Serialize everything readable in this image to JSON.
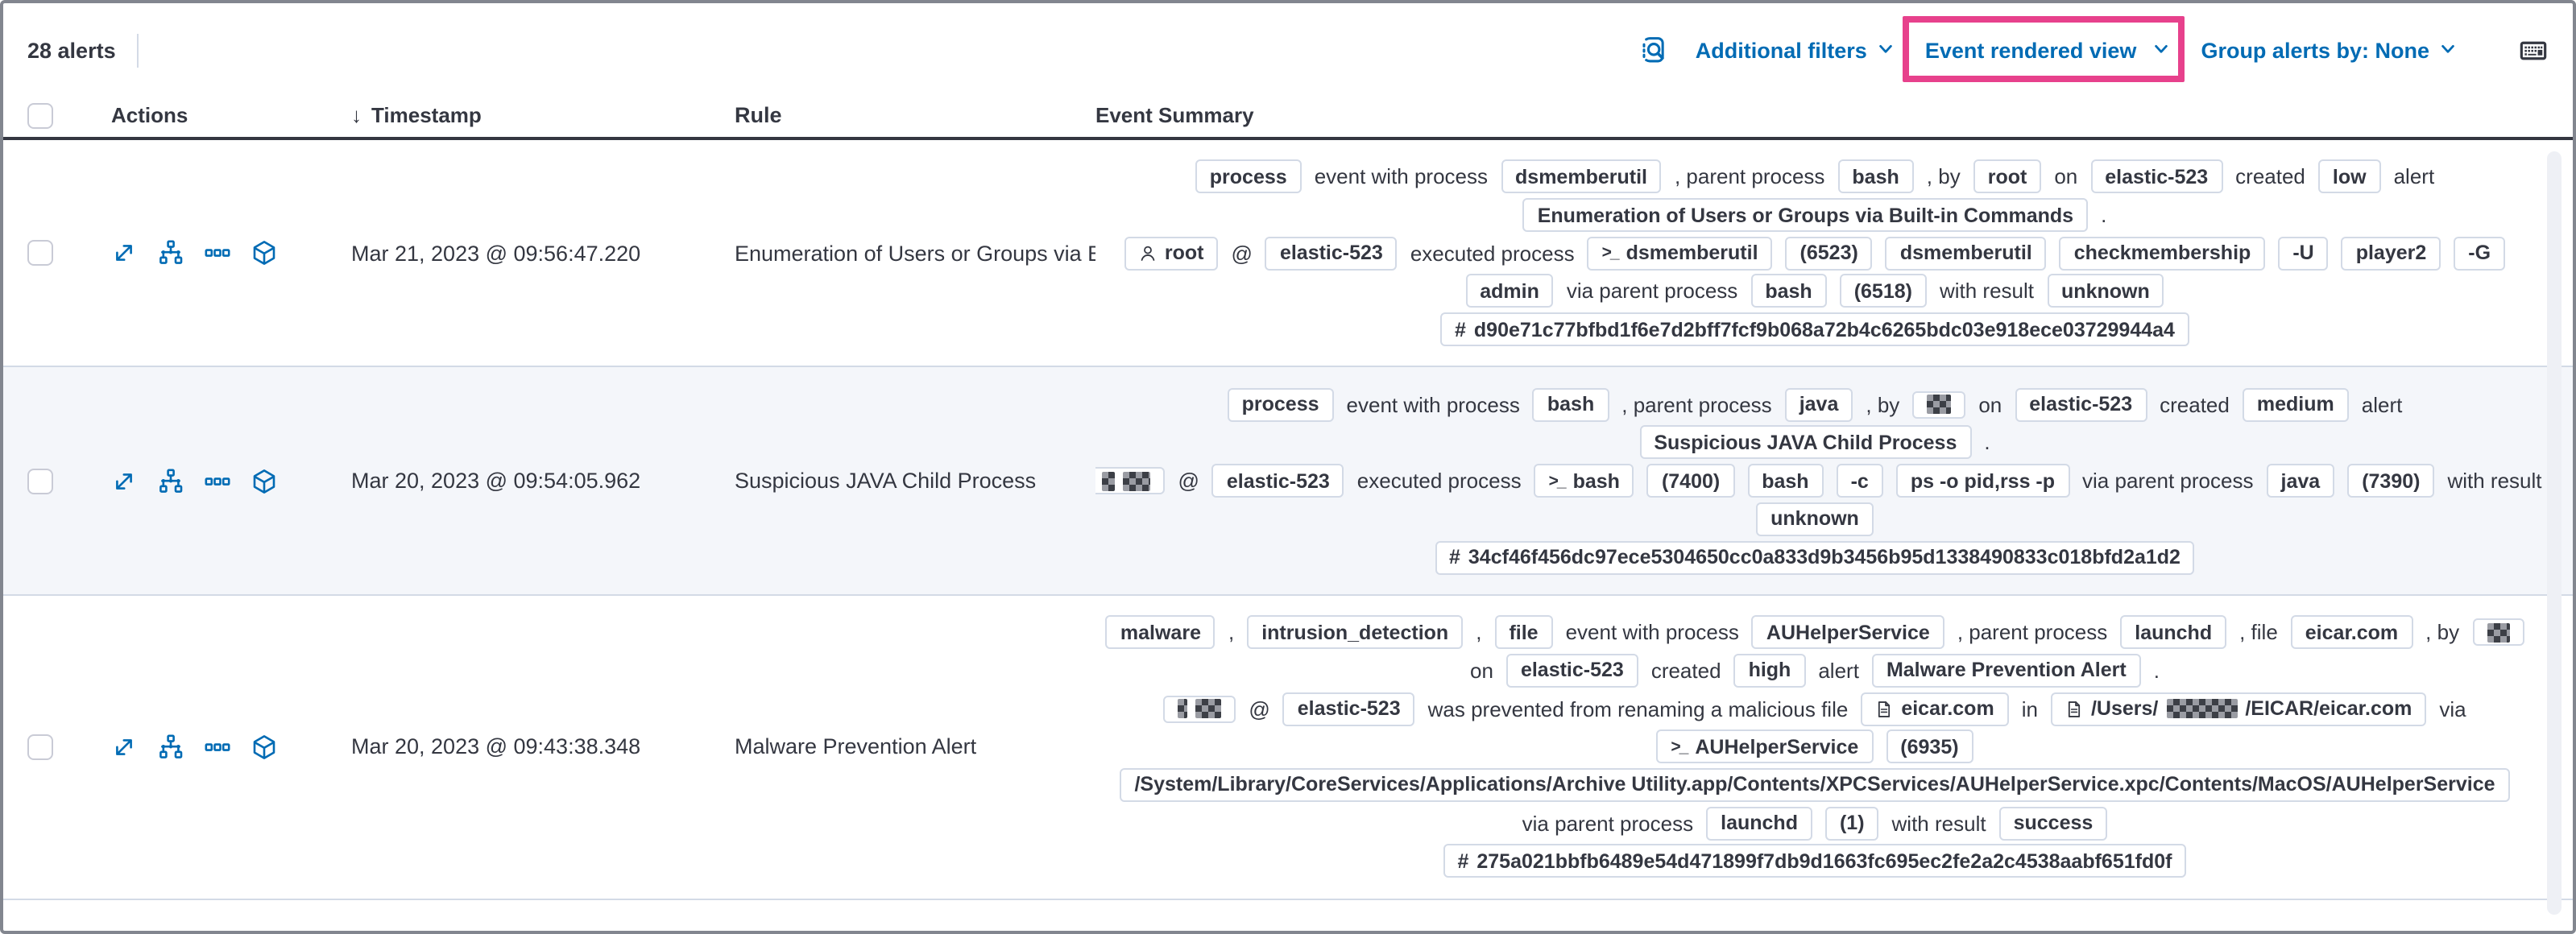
{
  "toolbar": {
    "alerts_count": "28 alerts",
    "inspect_icon": "inspect-icon",
    "additional_filters_label": "Additional filters",
    "view_selector_label": "Event rendered view",
    "group_by_label": "Group alerts by: None",
    "keyboard_icon": "keyboard-shortcuts-icon",
    "highlight_color": "#e7418c",
    "link_color": "#006bb4"
  },
  "table": {
    "headers": {
      "actions": "Actions",
      "timestamp": "Timestamp",
      "rule": "Rule",
      "summary": "Event Summary"
    },
    "sort_icon": "sort-descending-arrow-icon",
    "action_icons": [
      "expand-alert-icon",
      "analyzer-icon",
      "more-actions-icon",
      "session-view-icon"
    ],
    "stripe_color": "#f4f6fa",
    "badge_border_color": "#d3dae6",
    "rows": [
      {
        "timestamp": "Mar 21, 2023 @ 09:56:47.220",
        "rule": "Enumeration of Users or Groups via Bui",
        "striped": false,
        "summary": [
          [
            {
              "type": "badge",
              "label": "process"
            },
            {
              "type": "text",
              "label": "event with process"
            },
            {
              "type": "badge",
              "label": "dsmemberutil"
            },
            {
              "type": "text",
              "label": ", parent process"
            },
            {
              "type": "badge",
              "label": "bash"
            },
            {
              "type": "text",
              "label": ", by"
            },
            {
              "type": "badge",
              "label": "root"
            },
            {
              "type": "text",
              "label": "on"
            },
            {
              "type": "badge",
              "label": "elastic-523"
            },
            {
              "type": "text",
              "label": "created"
            },
            {
              "type": "badge",
              "label": "low"
            },
            {
              "type": "text",
              "label": "alert"
            }
          ],
          [
            {
              "type": "badge",
              "label": "Enumeration of Users or Groups via Built-in Commands"
            },
            {
              "type": "text",
              "label": "."
            }
          ],
          [
            {
              "type": "badge",
              "label": "root",
              "icon": "user"
            },
            {
              "type": "text",
              "label": "@"
            },
            {
              "type": "badge",
              "label": "elastic-523"
            },
            {
              "type": "text",
              "label": "executed process"
            },
            {
              "type": "badge",
              "label": "dsmemberutil",
              "icon": "terminal"
            },
            {
              "type": "badge",
              "label": "(6523)"
            },
            {
              "type": "badge",
              "label": "dsmemberutil"
            },
            {
              "type": "badge",
              "label": "checkmembership"
            },
            {
              "type": "badge",
              "label": "-U"
            },
            {
              "type": "badge",
              "label": "player2"
            },
            {
              "type": "badge",
              "label": "-G"
            }
          ],
          [
            {
              "type": "badge",
              "label": "admin"
            },
            {
              "type": "text",
              "label": "via parent process"
            },
            {
              "type": "badge",
              "label": "bash"
            },
            {
              "type": "badge",
              "label": "(6518)"
            },
            {
              "type": "text",
              "label": "with result"
            },
            {
              "type": "badge",
              "label": "unknown"
            }
          ],
          [
            {
              "type": "badge",
              "label": "d90e71c77bfbd1f6e7d2bff7fcf9b068a72b4c6265bdc03e918ece03729944a4",
              "icon": "hash"
            }
          ]
        ]
      },
      {
        "timestamp": "Mar 20, 2023 @ 09:54:05.962",
        "rule": "Suspicious JAVA Child Process",
        "striped": true,
        "summary": [
          [
            {
              "type": "badge",
              "label": "process"
            },
            {
              "type": "text",
              "label": "event with process"
            },
            {
              "type": "badge",
              "label": "bash"
            },
            {
              "type": "text",
              "label": ", parent process"
            },
            {
              "type": "badge",
              "label": "java"
            },
            {
              "type": "text",
              "label": ", by"
            },
            {
              "type": "badge",
              "parts": [
                {
                  "pixel": 15
                }
              ]
            },
            {
              "type": "text",
              "label": "on"
            },
            {
              "type": "badge",
              "label": "elastic-523"
            },
            {
              "type": "text",
              "label": "created"
            },
            {
              "type": "badge",
              "label": "medium"
            },
            {
              "type": "text",
              "label": "alert"
            }
          ],
          [
            {
              "type": "badge",
              "label": "Suspicious JAVA Child Process"
            },
            {
              "type": "text",
              "label": "."
            }
          ],
          [
            {
              "type": "badge",
              "parts": [
                {
                  "pixel": 8
                },
                {
                  "pixel": 17
                }
              ]
            },
            {
              "type": "text",
              "label": "@"
            },
            {
              "type": "badge",
              "label": "elastic-523"
            },
            {
              "type": "text",
              "label": "executed process"
            },
            {
              "type": "badge",
              "label": "bash",
              "icon": "terminal"
            },
            {
              "type": "badge",
              "label": "(7400)"
            },
            {
              "type": "badge",
              "label": "bash"
            },
            {
              "type": "badge",
              "label": "-c"
            },
            {
              "type": "badge",
              "label": "ps -o pid,rss -p"
            },
            {
              "type": "text",
              "label": "via parent process"
            },
            {
              "type": "badge",
              "label": "java"
            },
            {
              "type": "badge",
              "label": "(7390)"
            },
            {
              "type": "text",
              "label": "with result"
            }
          ],
          [
            {
              "type": "badge",
              "label": "unknown"
            }
          ],
          [
            {
              "type": "badge",
              "label": "34cf46f456dc97ece5304650cc0a833d9b3456b95d1338490833c018bfd2a1d2",
              "icon": "hash"
            }
          ]
        ]
      },
      {
        "timestamp": "Mar 20, 2023 @ 09:43:38.348",
        "rule": "Malware Prevention Alert",
        "striped": false,
        "summary": [
          [
            {
              "type": "badge",
              "label": "malware"
            },
            {
              "type": "text",
              "label": ","
            },
            {
              "type": "badge",
              "label": "intrusion_detection"
            },
            {
              "type": "text",
              "label": ","
            },
            {
              "type": "badge",
              "label": "file"
            },
            {
              "type": "text",
              "label": "event with process"
            },
            {
              "type": "badge",
              "label": "AUHelperService"
            },
            {
              "type": "text",
              "label": ", parent process"
            },
            {
              "type": "badge",
              "label": "launchd"
            },
            {
              "type": "text",
              "label": ", file"
            },
            {
              "type": "badge",
              "label": "eicar.com"
            },
            {
              "type": "text",
              "label": ", by"
            },
            {
              "type": "badge",
              "parts": [
                {
                  "pixel": 14
                }
              ]
            }
          ],
          [
            {
              "type": "text",
              "label": "on"
            },
            {
              "type": "badge",
              "label": "elastic-523"
            },
            {
              "type": "text",
              "label": "created"
            },
            {
              "type": "badge",
              "label": "high"
            },
            {
              "type": "text",
              "label": "alert"
            },
            {
              "type": "badge",
              "label": "Malware Prevention Alert"
            },
            {
              "type": "text",
              "label": "."
            }
          ],
          [
            {
              "type": "badge",
              "parts": [
                {
                  "pixel": 6
                },
                {
                  "pixel": 16
                }
              ]
            },
            {
              "type": "text",
              "label": "@"
            },
            {
              "type": "badge",
              "label": "elastic-523"
            },
            {
              "type": "text",
              "label": "was prevented from renaming a malicious file"
            },
            {
              "type": "badge",
              "label": "eicar.com",
              "icon": "file"
            },
            {
              "type": "text",
              "label": "in"
            },
            {
              "type": "badge",
              "icon": "file",
              "parts": [
                {
                  "text": "/Users/"
                },
                {
                  "pixel": 44
                },
                {
                  "text": "/EICAR/eicar.com"
                }
              ]
            },
            {
              "type": "text",
              "label": "via"
            }
          ],
          [
            {
              "type": "badge",
              "label": "AUHelperService",
              "icon": "terminal"
            },
            {
              "type": "badge",
              "label": "(6935)"
            }
          ],
          [
            {
              "type": "badge",
              "label": "/System/Library/CoreServices/Applications/Archive Utility.app/Contents/XPCServices/AUHelperService.xpc/Contents/MacOS/AUHelperService"
            }
          ],
          [
            {
              "type": "text",
              "label": "via parent process"
            },
            {
              "type": "badge",
              "label": "launchd"
            },
            {
              "type": "badge",
              "label": "(1)"
            },
            {
              "type": "text",
              "label": "with result"
            },
            {
              "type": "badge",
              "label": "success"
            }
          ],
          [
            {
              "type": "badge",
              "label": "275a021bbfb6489e54d471899f7db9d1663fc695ec2fe2a2c4538aabf651fd0f",
              "icon": "hash"
            }
          ]
        ]
      }
    ]
  }
}
